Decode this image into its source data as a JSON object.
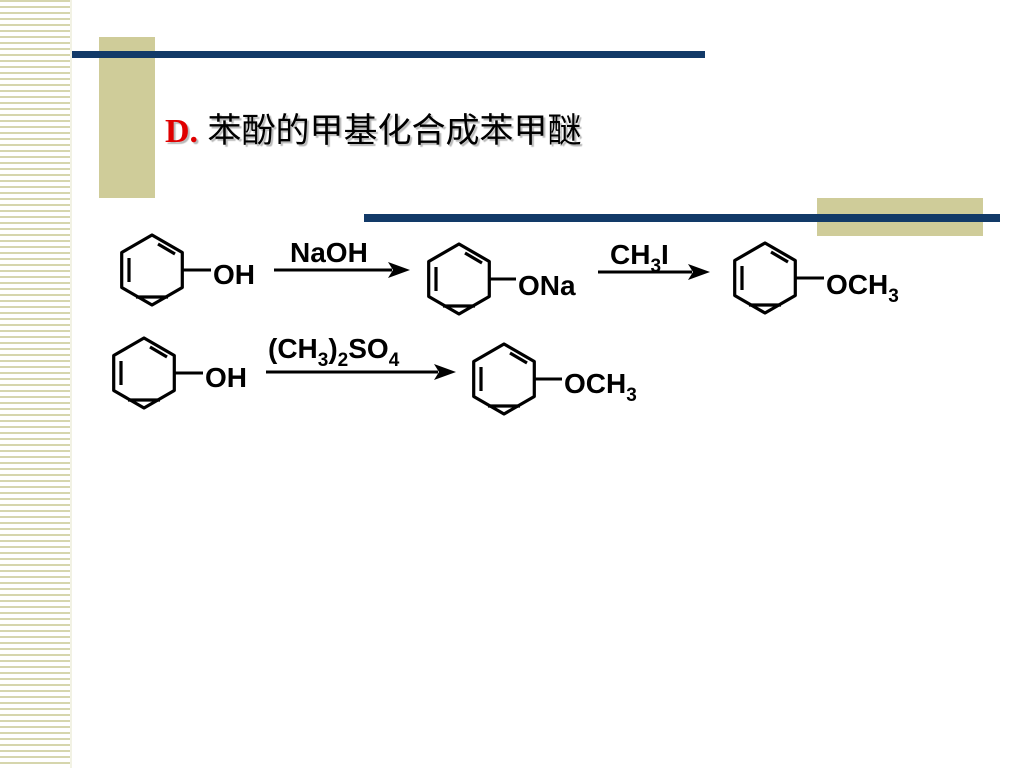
{
  "title": {
    "label": "D.",
    "text": "苯酚的甲基化合成苯甲醚"
  },
  "colors": {
    "accent": "#e00000",
    "navy": "#123a68",
    "khaki": "#cfcc99"
  },
  "reaction1": {
    "reactant_group": "OH",
    "step1_reagent": "NaOH",
    "intermediate_group": "ONa",
    "step2_reagent": {
      "main": "CH",
      "sub": "3",
      "tail": "I"
    },
    "product_group": {
      "main": "OCH",
      "sub": "3"
    }
  },
  "reaction2": {
    "reactant_group": "OH",
    "reagent": {
      "p1": "(CH",
      "s1": "3",
      "p2": ")",
      "s2": "2",
      "p3": "SO",
      "s3": "4"
    },
    "product_group": {
      "main": "OCH",
      "sub": "3"
    }
  }
}
